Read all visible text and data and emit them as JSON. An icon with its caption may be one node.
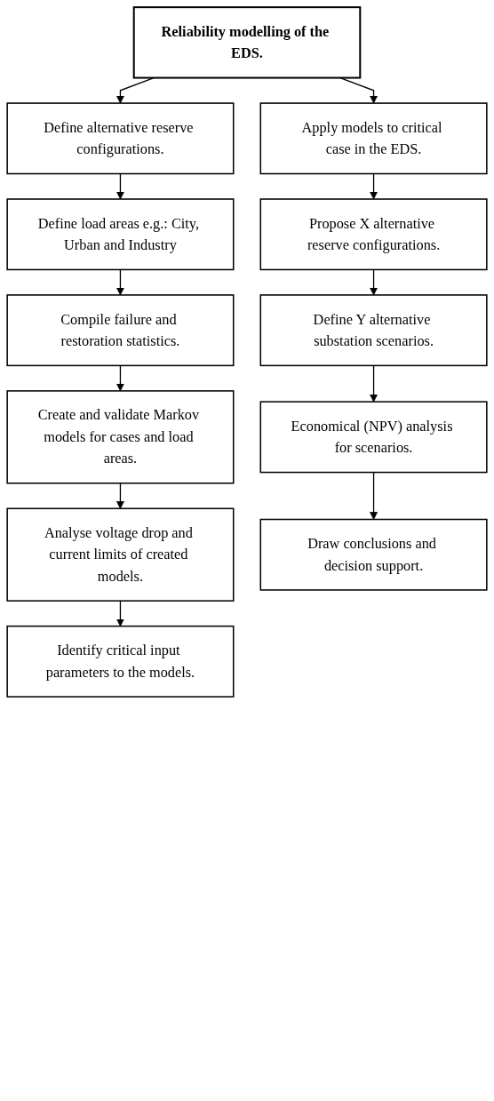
{
  "diagram": {
    "nodes": [
      {
        "text": [
          "Reliability modelling of the EDS."
        ]
      },
      {
        "text": [
          "Define alternative reserve configurations."
        ]
      },
      {
        "text": [
          "Define load areas e.g.: City, Urban and Industry"
        ]
      },
      {
        "text": [
          "Compile failure and restoration statistics."
        ]
      },
      {
        "text": [
          "Create and validate Markov models for cases and load areas."
        ]
      },
      {
        "text": [
          "Analyse voltage drop and current limits of created models."
        ]
      },
      {
        "text": [
          "Identify critical input parameters to the models."
        ]
      },
      {
        "text": [
          "Apply models to critical case in the EDS."
        ]
      },
      {
        "text": [
          "Propose X alternative reserve configurations."
        ]
      },
      {
        "text": [
          "Define Y alternative substation scenarios."
        ]
      },
      {
        "text": [
          "Economical (NPV) analysis for scenarios."
        ]
      },
      {
        "text": [
          "Draw conclusions and decision support."
        ]
      }
    ],
    "edges": [
      {
        "from": 0,
        "to": 1,
        "arrow": "to"
      },
      {
        "from": 1,
        "to": 2,
        "arrow": "to"
      },
      {
        "from": 2,
        "to": 3,
        "arrow": "to"
      },
      {
        "from": 3,
        "to": 4,
        "arrow": "to"
      },
      {
        "from": 4,
        "to": 5,
        "arrow": "to"
      },
      {
        "from": 5,
        "to": 6,
        "arrow": "to"
      },
      {
        "from": 0,
        "to": 7,
        "arrow": "to"
      },
      {
        "from": 7,
        "to": 8,
        "arrow": "to"
      },
      {
        "from": 8,
        "to": 9,
        "arrow": "to"
      },
      {
        "from": 9,
        "to": 10,
        "arrow": "to"
      },
      {
        "from": 10,
        "to": 11,
        "arrow": "to"
      }
    ]
  }
}
